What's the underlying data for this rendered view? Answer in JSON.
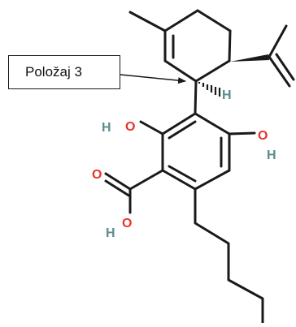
{
  "callout": {
    "label": "Položaj 3"
  },
  "atoms": {
    "h_stereo": "H",
    "h_hydroxyl_left": "H",
    "o_hydroxyl_left": "O",
    "o_hydroxyl_right": "O",
    "h_hydroxyl_right": "H",
    "o_carbonyl": "O",
    "o_acid": "O",
    "h_acid": "H"
  },
  "colors": {
    "bond": "#1a1a1a",
    "oxygen": "#e8322a",
    "hydrogen": "#5b8c8c",
    "arrow": "#1a1a1a"
  }
}
